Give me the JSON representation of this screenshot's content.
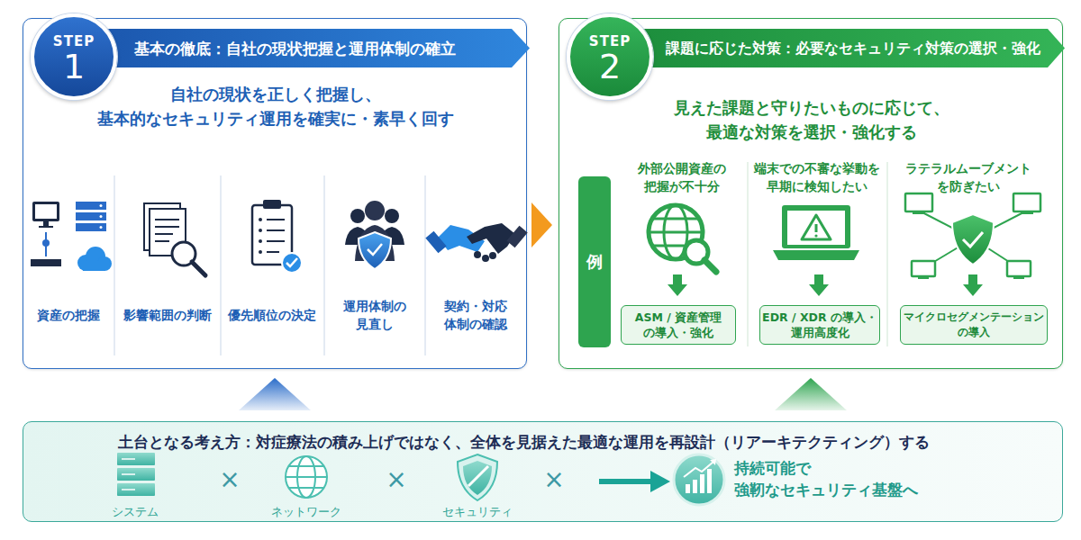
{
  "diagram": {
    "nodes": [
      {
        "text": [
          "基本の徹底：自社の現状把握と運用体制の確立",
          "自社の現状を正しく把握し、 基本的なセキュリティ運用を確実に・素早く回す"
        ]
      },
      {
        "text": [
          "STEP",
          "1"
        ],
        "in": 0
      },
      {
        "text": [
          "課題に応じた対策：必要なセキュリティ対策の選択・強化",
          "見えた課題と守りたいものに応じて、 最適な対策を選択・強化する"
        ]
      },
      {
        "text": [
          "STEP",
          "2"
        ],
        "in": 2
      },
      {
        "text": [
          "例"
        ],
        "in": 2
      },
      {
        "text": [
          "ASM / 資産管理 の導入・強化"
        ],
        "in": 2
      },
      {
        "text": [
          "EDR / XDR の導入・運用高度化"
        ],
        "in": 2
      },
      {
        "text": [
          "マイクロセグメンテーション の導入"
        ],
        "in": 2
      },
      {
        "text": [
          "土台となる考え方：対症療法の積み上げではなく、全体を見据えた最適な運用を再設計（リアーキテクティング）する"
        ]
      }
    ],
    "edges": [
      {
        "from": 0,
        "to": 2,
        "arrow": "to"
      },
      {
        "from": 8,
        "to": 0,
        "arrow": "to"
      },
      {
        "from": 8,
        "to": 2,
        "arrow": "to"
      }
    ],
    "labels": [
      "資産の把握",
      "影響範囲の判断",
      "優先順位の決定",
      "運用体制の 見直し",
      "契約・対応 体制の確認",
      "外部公開資産の 把握が不十分",
      "端末での不審な挙動を 早期に検知したい",
      "ラテラルムーブメント を防ぎたい",
      "システム",
      "×",
      "ネットワーク",
      "×",
      "セキュリティ",
      "×",
      "持続可能で 強靭なセキュリティ基盤へ"
    ]
  }
}
